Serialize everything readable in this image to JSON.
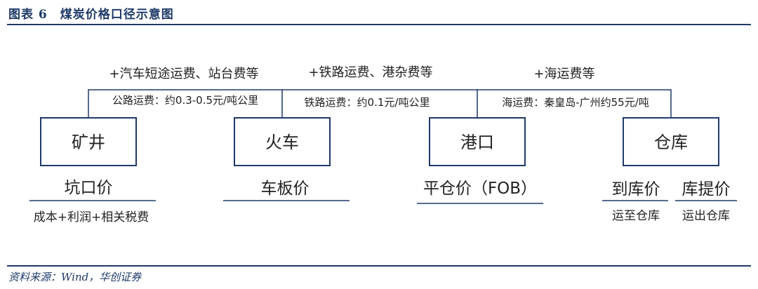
{
  "header": {
    "title": "图表 6　煤炭价格口径示意图"
  },
  "footer": {
    "source": "资料来源：Wind，华创证券"
  },
  "nodes": [
    {
      "label": "矿井"
    },
    {
      "label": "火车"
    },
    {
      "label": "港口"
    },
    {
      "label": "仓库"
    }
  ],
  "added_costs": [
    "+汽车短途运费、站台费等",
    "+铁路运费、港杂费等",
    "+海运费等"
  ],
  "freight_rates": [
    "公路运费：约0.3-0.5元/吨公里",
    "铁路运费：约0.1元/吨公里",
    "海运费：秦皇岛-广州约55元/吨"
  ],
  "prices": [
    {
      "label": "坑口价",
      "note": "成本+利润+相关税费"
    },
    {
      "label": "车板价",
      "note": ""
    },
    {
      "label": "平仓价（FOB）",
      "note": ""
    },
    {
      "label": "到库价",
      "note": "运至仓库"
    },
    {
      "label": "库提价",
      "note": "运出仓库"
    }
  ],
  "colors": {
    "accent": "#1f3a68",
    "line": "#1f3a68"
  }
}
